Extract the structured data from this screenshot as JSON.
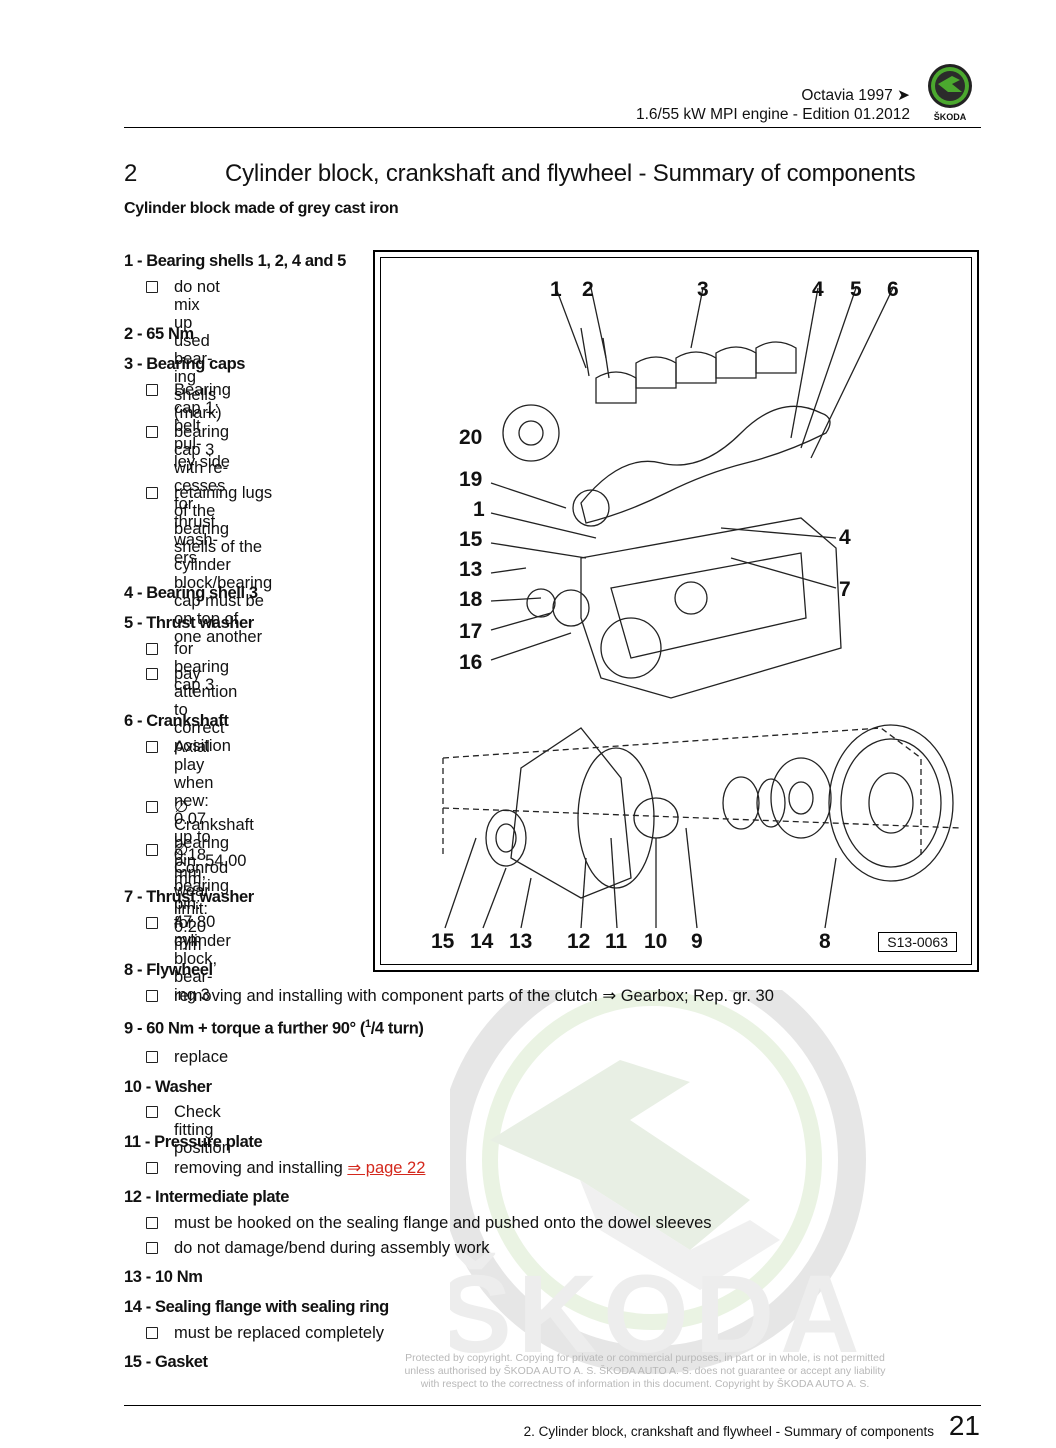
{
  "header": {
    "model": "Octavia 1997 ➤",
    "engine": "1.6/55 kW MPI engine - Edition 01.2012",
    "brand": "ŠKODA"
  },
  "chapter": {
    "number": "2",
    "title": "Cylinder block, crankshaft and flywheel - Summary of components",
    "subtitle": "Cylinder block made of grey cast iron"
  },
  "items": [
    {
      "label": "1 - Bearing shells 1, 2, 4 and 5",
      "bullets": [
        "do not mix up used bear-\ning shells (mark)"
      ]
    },
    {
      "label": "2 - 65 Nm",
      "bullets": []
    },
    {
      "label": "3 - Bearing caps",
      "bullets": [
        "Bearing cap 1: belt pul-\nley side",
        "bearing cap 3 with re-\ncesses for thrust wash-\ners",
        "retaining lugs of the\nbearing shells of the\ncylinder block/bearing\ncap must be on top of\none another"
      ]
    },
    {
      "label": "4 - Bearing shell 3",
      "bullets": []
    },
    {
      "label": "5 - Thrust washer",
      "bullets": [
        "for bearing cap 3",
        "pay attention to correct\nposition"
      ]
    },
    {
      "label": "6 - Crankshaft",
      "bullets": [
        "Axial play when new:\n0.07 up to 0.18 mm,\nwear limit: 0.20 mm",
        "∅ Crankshaft bearing\npin: 54.00 mm",
        "∅ Conrod bearing pin:\n47.80 mm"
      ]
    },
    {
      "label": "7 - Thrust washer",
      "bullets": [
        "for cylinder block, bear-\ning 3"
      ]
    },
    {
      "label": "8 - Flywheel",
      "bullets": [
        "removing and installing with component parts of the clutch ⇒  Gearbox; Rep. gr.  30"
      ]
    },
    {
      "label_pre": "9 - 60 Nm + torque a further 90° (",
      "label_sup": "1",
      "label_post": "/4 turn)",
      "bullets": [
        "replace"
      ]
    },
    {
      "label": "10 - Washer",
      "bullets": [
        "Check fitting position"
      ]
    },
    {
      "label": "11 - Pressure plate",
      "bullets_pre": "removing and installing ",
      "link": "⇒ page 22"
    },
    {
      "label": "12 - Intermediate plate",
      "bullets": [
        "must be hooked on the sealing flange and pushed onto the dowel sleeves",
        "do not damage/bend during assembly work"
      ]
    },
    {
      "label": "13 - 10 Nm",
      "bullets": []
    },
    {
      "label": "14 - Sealing flange with sealing ring",
      "bullets": [
        "must be replaced completely"
      ]
    },
    {
      "label": "15 - Gasket",
      "bullets": []
    }
  ],
  "figure": {
    "code": "S13-0063",
    "callouts_top": [
      "1",
      "2",
      "3",
      "4",
      "5",
      "6"
    ],
    "callouts_left": [
      "20",
      "19",
      "1",
      "15",
      "13",
      "18",
      "17",
      "16"
    ],
    "callouts_right": [
      "4",
      "7"
    ],
    "callouts_bottom": [
      "15",
      "14",
      "13",
      "12",
      "11",
      "10",
      "9",
      "8"
    ]
  },
  "watermark": {
    "brand": "ŠKODA",
    "notice": "Protected by copyright. Copying for private or commercial purposes, in part or in whole, is not permitted\nunless authorised by ŠKODA AUTO A. S. ŠKODA AUTO A. S. does not guarantee or accept any liability\nwith respect to the correctness of information in this document. Copyright by ŠKODA AUTO A. S."
  },
  "footer": {
    "section": "2. Cylinder block, crankshaft and flywheel - Summary of components",
    "page": "21"
  },
  "colors": {
    "link": "#d4281c",
    "brand_green": "#4ba82e"
  }
}
